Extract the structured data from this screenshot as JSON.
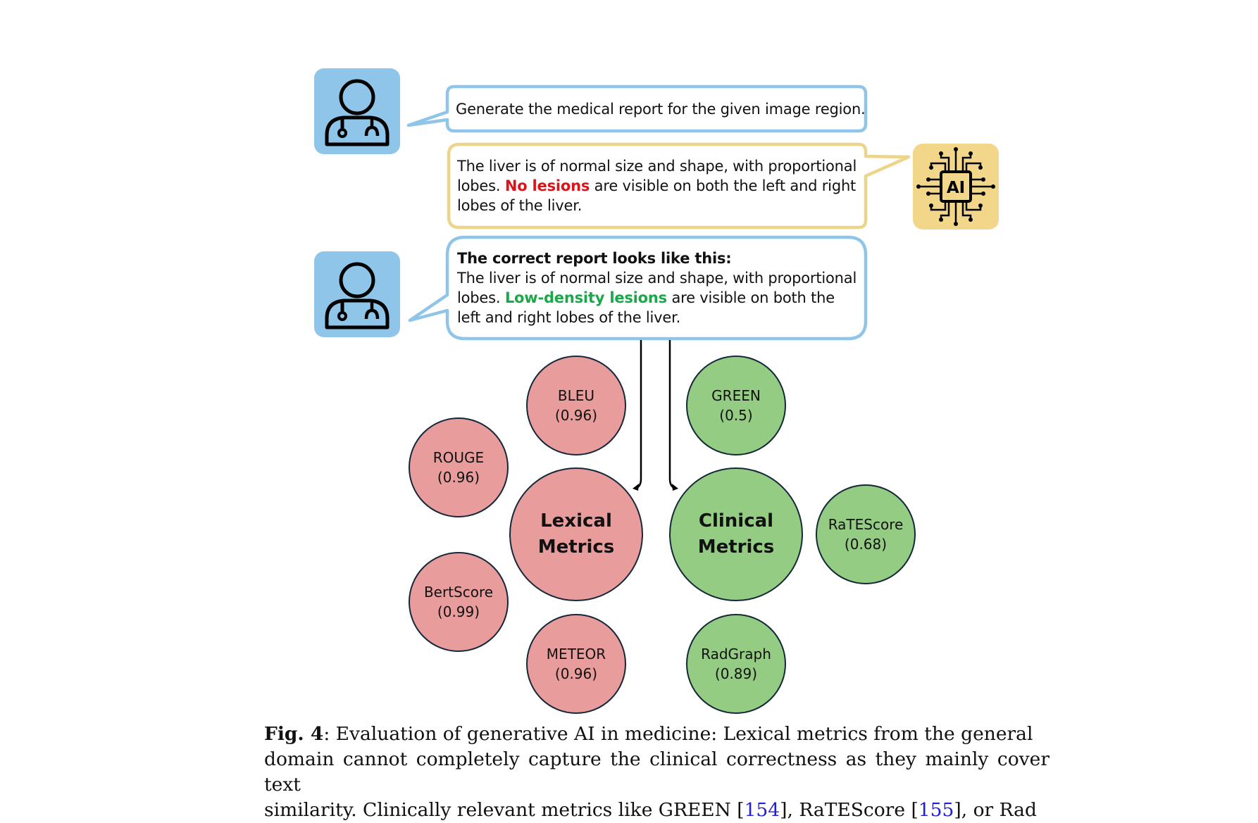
{
  "dialogue": {
    "prompt": "Generate the medical report for the given image region.",
    "ai_response": {
      "before": "The liver is of normal size and shape, with proportional lobes.",
      "highlight": "No lesions",
      "after": "are visible on both the left and right lobes of the liver."
    },
    "correction": {
      "heading": "The correct report looks like this:",
      "before": "The liver is of normal size and shape, with proportional lobes.",
      "highlight": "Low-density lesions",
      "after": "are visible on both the left and right lobes of the liver."
    },
    "ai_badge": "AI"
  },
  "metrics": {
    "lexical": {
      "line1": "Lexical",
      "line2": "Metrics",
      "items": [
        {
          "name": "BLEU",
          "score": "(0.96)"
        },
        {
          "name": "ROUGE",
          "score": "(0.96)"
        },
        {
          "name": "BertScore",
          "score": "(0.99)"
        },
        {
          "name": "METEOR",
          "score": "(0.96)"
        }
      ]
    },
    "clinical": {
      "line1": "Clinical",
      "line2": "Metrics",
      "items": [
        {
          "name": "GREEN",
          "score": "(0.5)"
        },
        {
          "name": "RaTEScore",
          "score": "(0.68)"
        },
        {
          "name": "RadGraph",
          "score": "(0.89)"
        }
      ]
    }
  },
  "caption": {
    "label": "Fig. 4",
    "line1": ": Evaluation of generative AI in medicine: Lexical metrics from the general",
    "line2": "domain cannot completely capture the clinical correctness as they mainly cover text",
    "line3_a": "similarity. Clinically relevant metrics like GREEN [",
    "cite1": "154",
    "line3_b": "], RaTEScore [",
    "cite2": "155",
    "line3_c": "], or Rad"
  },
  "colors": {
    "doctor_box": "#8ec5e9",
    "ai_box": "#f2d68a",
    "lexical_fill": "#e89c9c",
    "clinical_fill": "#93cc82",
    "error_text": "#d9141b",
    "correct_text": "#1aa84a"
  }
}
